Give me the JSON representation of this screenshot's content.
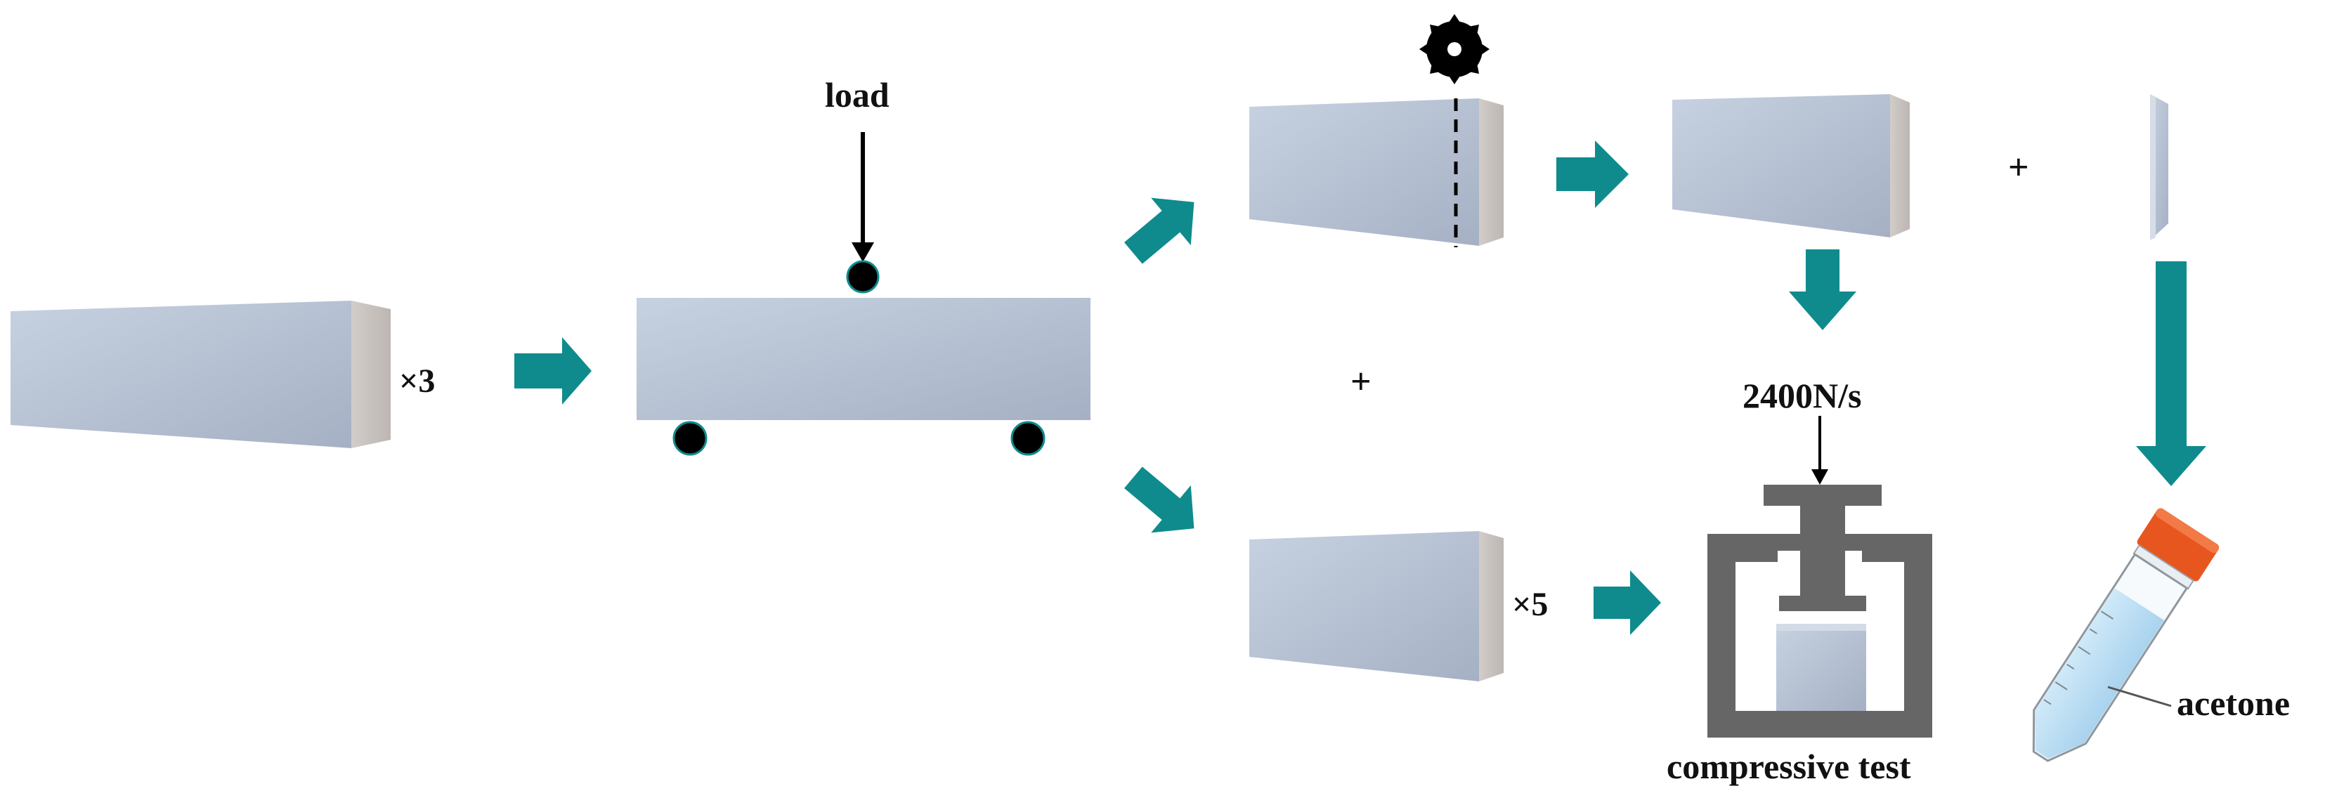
{
  "labels": {
    "times_three": "×3",
    "load": "load",
    "plus_middle": "+",
    "plus_top": "+",
    "rate": "2400N/s",
    "times_five": "×5",
    "compressive_test": "compressive test",
    "acetone": "acetone"
  },
  "colors": {
    "specimen_light": "#c3cfde",
    "specimen_dark": "#a9b3c6",
    "specimen_side": "#c9c3c0",
    "arrow_teal": "#0f8b8d",
    "machine_gray": "#666666",
    "tube_cap": "#e8561f",
    "liquid": "#b9def4",
    "black": "#000000"
  },
  "icons": {
    "saw_blade": "circular-saw-blade-icon",
    "support_roller": "roller-support-icon",
    "centrifuge_tube": "centrifuge-tube-icon"
  }
}
